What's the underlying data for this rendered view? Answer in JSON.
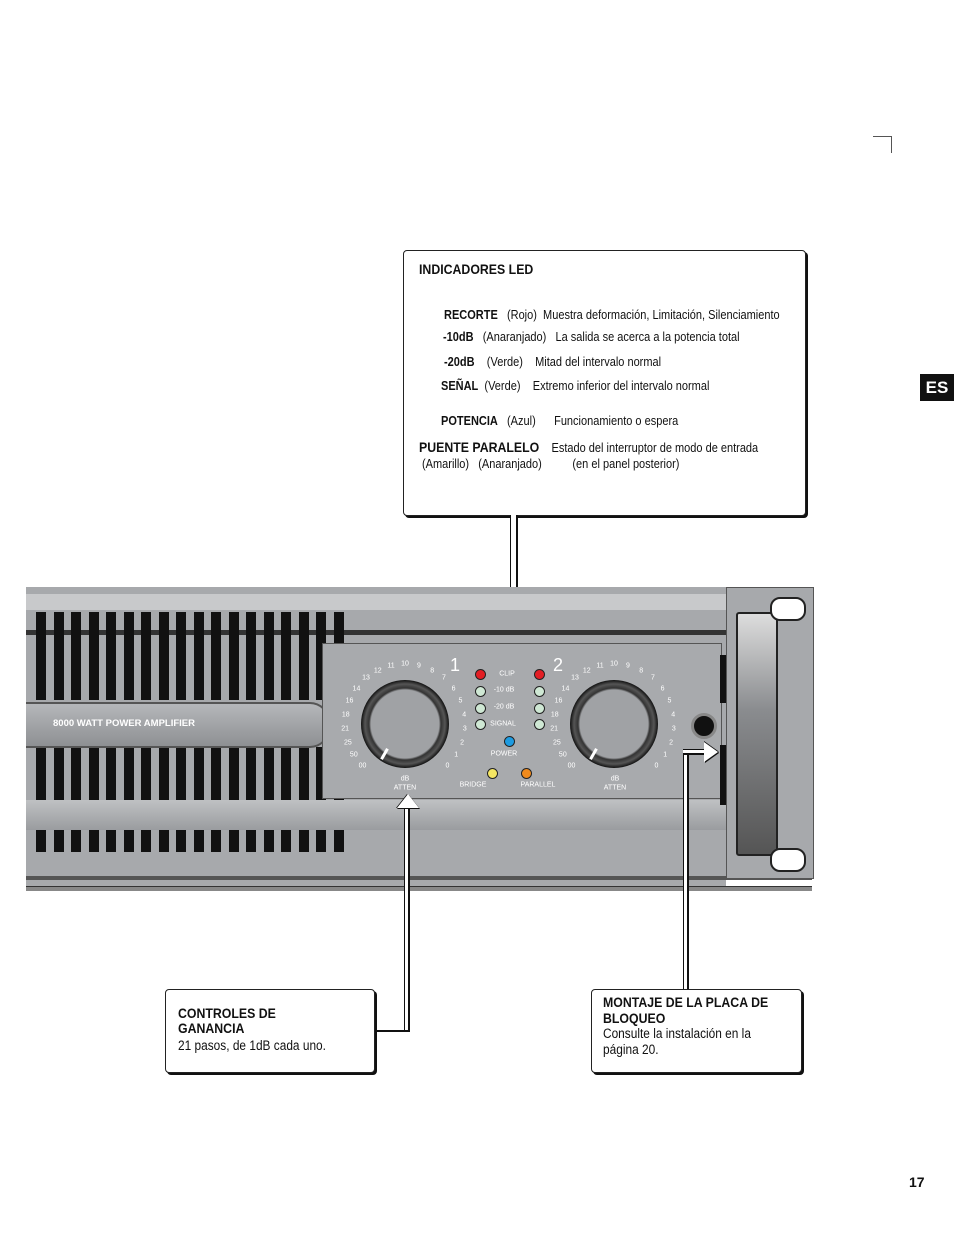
{
  "lang_tab": "ES",
  "page_number": "17",
  "led_box": {
    "title": "INDICADORES LED",
    "rows": [
      {
        "name": "RECORTE",
        "color": "(Rojo)",
        "desc": "Muestra deformación, Limitación, Silenciamiento"
      },
      {
        "name": "-10dB",
        "color": "(Anaranjado)",
        "desc": "La salida se acerca a la potencia total"
      },
      {
        "name": "-20dB",
        "color": "(Verde)",
        "desc": "Mitad del intervalo normal"
      },
      {
        "name": "SEÑAL",
        "color": "(Verde)",
        "desc": "Extremo inferior del intervalo normal"
      },
      {
        "name": "POTENCIA",
        "color": "(Azul)",
        "desc": "Funcionamiento o espera"
      }
    ],
    "bridge_title": "PUENTE PARALELO",
    "bridge_desc": "Estado del interruptor de modo de entrada",
    "bridge_colors": "(Amarillo)   (Anaranjado)",
    "bridge_note": "(en el panel posterior)"
  },
  "gain_box": {
    "title": "CONTROLES DE GANANCIA",
    "desc": "21 pasos, de 1dB cada uno."
  },
  "lock_box": {
    "title": "MONTAJE DE LA PLACA DE BLOQUEO",
    "desc": "Consulte la instalación en la página 20."
  },
  "amp": {
    "model_label": "8000 WATT POWER AMPLIFIER",
    "ch1": "1",
    "ch2": "2",
    "led_labels": [
      "CLIP",
      "-10 dB",
      "-20 dB",
      "SIGNAL"
    ],
    "power": "POWER",
    "bridge": "BRIDGE",
    "parallel": "PARALLEL",
    "knob_db": "dB",
    "knob_atten": "ATTEN",
    "scale": [
      "00",
      "50",
      "25",
      "21",
      "18",
      "16",
      "14",
      "13",
      "12",
      "11",
      "10",
      "9",
      "8",
      "7",
      "6",
      "5",
      "4",
      "3",
      "2",
      "1",
      "0"
    ],
    "colors": {
      "clip": "#e31e24",
      "green": "#cfe8d4",
      "power": "#1e9be0",
      "bridge": "#f5e663",
      "parallel": "#f08a1c"
    }
  }
}
